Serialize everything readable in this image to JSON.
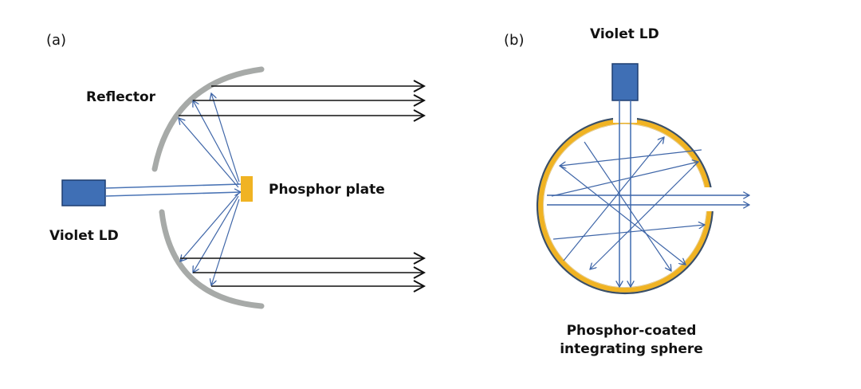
{
  "panels": {
    "a": {
      "label": "(a)",
      "reflector_label": "Reflector",
      "phosphor_plate_label": "Phosphor plate",
      "laser_label": "Violet LD"
    },
    "b": {
      "label": "(b)",
      "laser_label": "Violet LD",
      "sphere_label_line1": "Phosphor-coated",
      "sphere_label_line2": "integrating sphere"
    }
  },
  "colors": {
    "laser_body": "#3f6fb5",
    "laser_border": "#1f3f70",
    "beam": "#4a74b5",
    "ray": "#3f66a8",
    "output_arrow": "#111111",
    "reflector": "#a7aaa8",
    "phosphor": "#f0b323",
    "sphere_outline": "#3a4f67",
    "text": "#111111"
  }
}
